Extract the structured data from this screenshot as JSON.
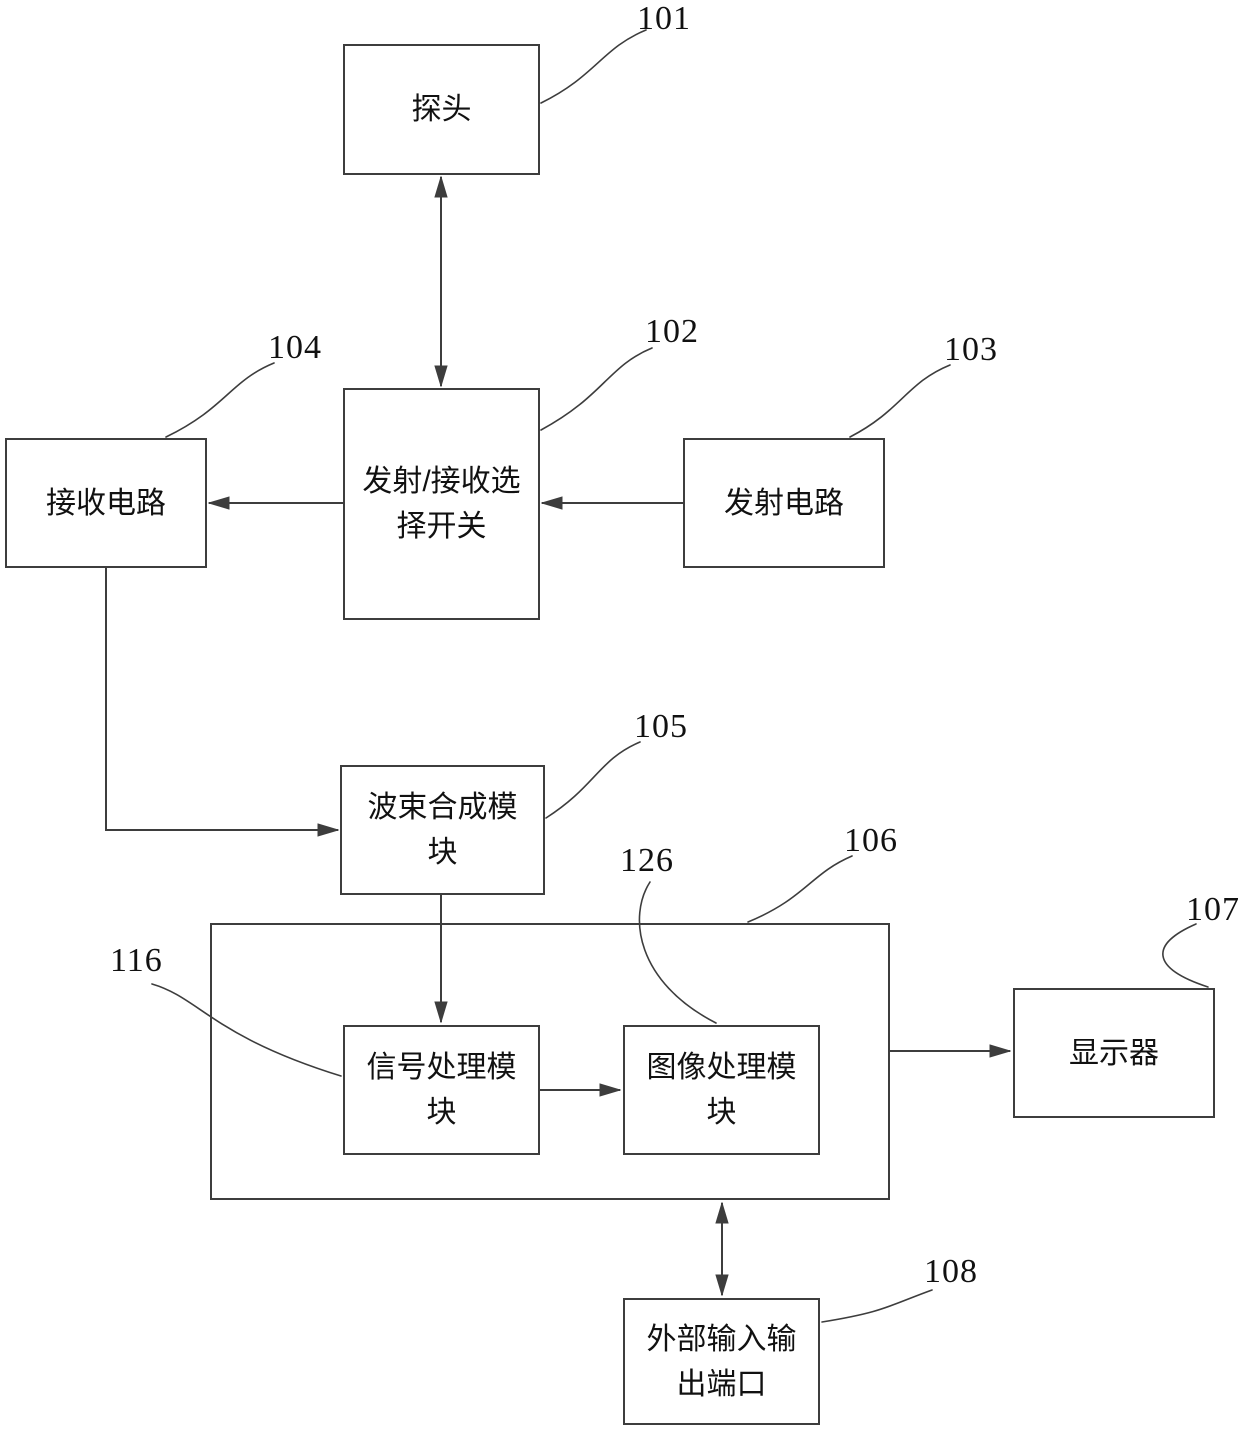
{
  "figure": {
    "nodes": {
      "probe": {
        "label": "探头",
        "ref": "101"
      },
      "tr_switch": {
        "label": "发射/接收选择开关",
        "ref": "102"
      },
      "transmit_circuit": {
        "label": "发射电路",
        "ref": "103"
      },
      "receive_circuit": {
        "label": "接收电路",
        "ref": "104"
      },
      "beamforming": {
        "label": "波束合成模块",
        "ref": "105"
      },
      "processing_unit": {
        "ref": "106"
      },
      "signal_processing": {
        "label": "信号处理模块",
        "ref": "116"
      },
      "image_processing": {
        "label": "图像处理模块",
        "ref": "126"
      },
      "display": {
        "label": "显示器",
        "ref": "107"
      },
      "external_io_port": {
        "label": "外部输入输出端口",
        "ref": "108"
      }
    },
    "colors": {
      "line": "#3d3d3d",
      "background": "#ffffff",
      "text": "#111111"
    }
  }
}
